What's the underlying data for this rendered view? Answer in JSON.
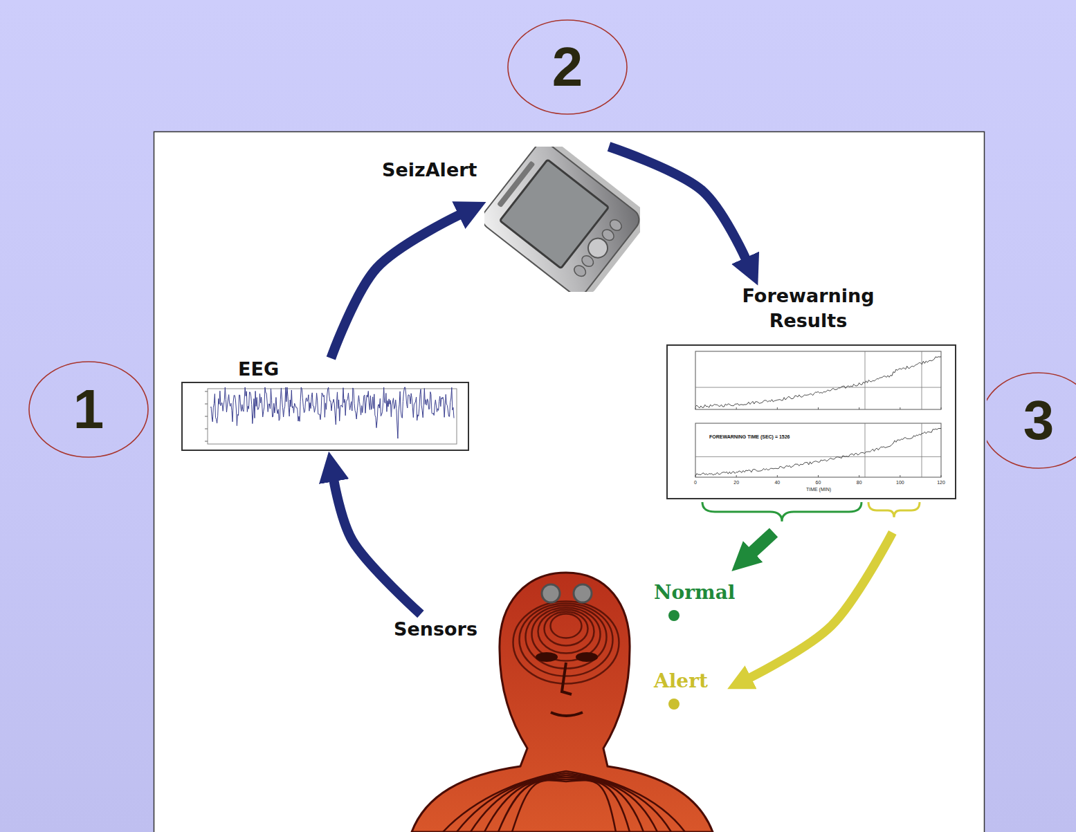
{
  "diagram": {
    "nodes": [
      {
        "text": [
          "2"
        ]
      },
      {
        "text": [
          "SeizAlert"
        ]
      },
      {
        "text": [
          "1"
        ]
      },
      {
        "text": [
          "EEG"
        ]
      },
      {
        "text": [
          "Forewarning Results",
          "FOREWARNING TIME (SEC) = 1526"
        ]
      },
      {
        "text": [
          "3"
        ]
      },
      {
        "text": [
          "Normal"
        ]
      },
      {
        "text": [
          "Alert"
        ]
      },
      {
        "text": [
          "Sensors"
        ]
      }
    ],
    "edges": [
      {
        "from": 8,
        "to": 3,
        "arrow": "to"
      },
      {
        "from": 3,
        "to": 1,
        "arrow": "to"
      },
      {
        "from": 1,
        "to": 4,
        "arrow": "to"
      },
      {
        "from": 4,
        "to": 6,
        "arrow": "to"
      },
      {
        "from": 4,
        "to": 7,
        "arrow": "to"
      }
    ],
    "labels": [
      "0",
      "20",
      "40",
      "60",
      "80",
      "100",
      "120",
      "TIME (MIN)"
    ]
  }
}
